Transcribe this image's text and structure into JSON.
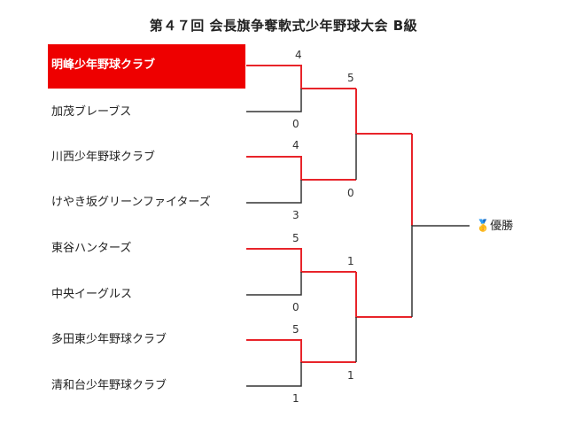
{
  "title": "第４７回 会長旗争奪軟式少年野球大会 B級",
  "teams": [
    "明峰少年野球クラブ",
    "加茂ブレーブス",
    "川西少年野球クラブ",
    "けやき坂グリーンファイターズ",
    "東谷ハンターズ",
    "中央イーグルス",
    "多田東少年野球クラブ",
    "清和台少年野球クラブ"
  ],
  "round1_scores": [
    [
      "4",
      "0"
    ],
    [
      "4",
      "3"
    ],
    [
      "5",
      "0"
    ],
    [
      "5",
      "1"
    ]
  ],
  "round2_scores": [
    [
      "5",
      "0"
    ],
    [
      "1",
      "1"
    ]
  ],
  "winner": {
    "medal_icon": "gold-medal-icon",
    "medal_glyph": "🥇",
    "label": "優勝"
  },
  "colors": {
    "win_line": "#e8242a",
    "lose_line": "#333333",
    "champion_bg": "#ee0000"
  }
}
